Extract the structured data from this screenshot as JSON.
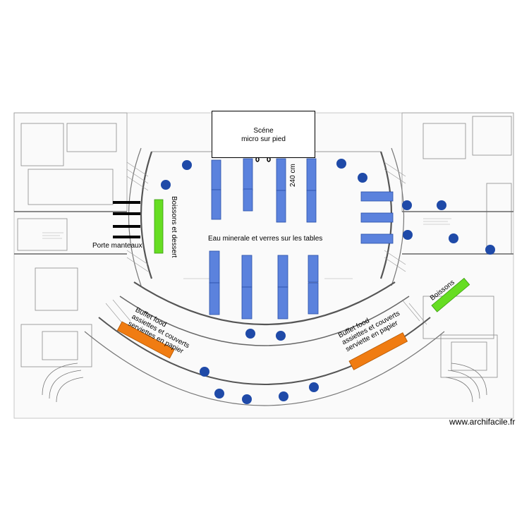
{
  "colors": {
    "table": "#5b82dd",
    "table_stroke": "#2a4fa8",
    "buffet": "#f07c12",
    "drinks": "#66dd22",
    "dot": "#1f4aa8",
    "rack": "#000000",
    "plan_line": "#8a8a8a"
  },
  "stage": {
    "line1": "Scéne",
    "line2": "micro sur pied"
  },
  "labels": {
    "dimension": "240 cm",
    "water": "Eau minerale et verres sur les tables",
    "coat_rack": "Porte manteaux",
    "drinks_dessert": "Boissons et dessert",
    "drinks": "Boissons",
    "buffet_left": [
      "Buffet food",
      "assiettes et couverts",
      "serviettes en papier"
    ],
    "buffet_right": [
      "Buffet food",
      "assiettes et couverts",
      "serviette en papier"
    ]
  },
  "watermark": "www.archifacile.fr"
}
